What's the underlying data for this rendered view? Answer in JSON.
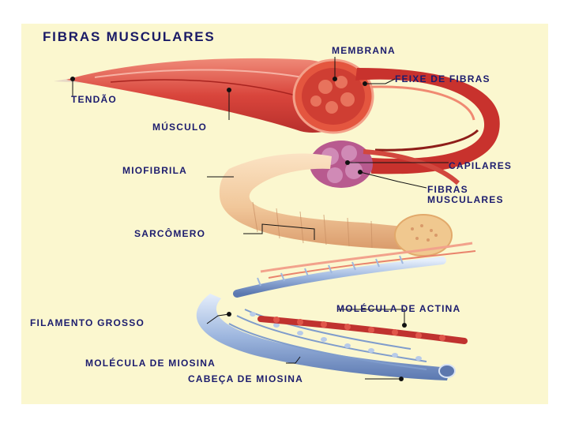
{
  "diagram": {
    "title": "FIBRAS MUSCULARES",
    "labels": {
      "membrana": "MEMBRANA",
      "feixe": "FEIXE DE FIBRAS",
      "tendao": "TENDÃO",
      "musculo": "MÚSCULO",
      "miofibrila": "MIOFIBRILA",
      "capilares": "CAPILARES",
      "fibras_line1": "FIBRAS",
      "fibras_line2": "MUSCULARES",
      "sarcomero": "SARCÔMERO",
      "actina": "MOLÉCULA DE ACTINA",
      "filamento": "FILAMENTO GROSSO",
      "miosina": "MOLÉCULA DE MIOSINA",
      "cabeca": "CABEÇA DE MIOSINA"
    },
    "colors": {
      "background": "#fbf7cf",
      "label_text": "#1c1c6e",
      "muscle": "#d9453c",
      "myofibril": "#f1c79a",
      "actin": "#c0322f",
      "myosin": "#8fa9d6"
    }
  }
}
